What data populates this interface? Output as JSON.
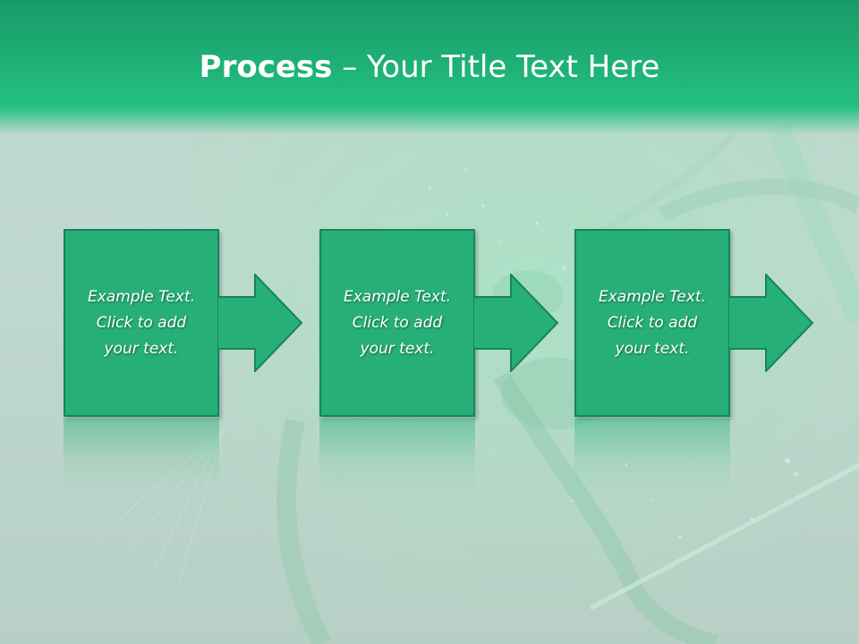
{
  "slide": {
    "title_bold": "Process",
    "title_separator": " – ",
    "title_rest": "Your Title Text Here"
  },
  "steps": [
    {
      "text": "Example Text.\nClick  to add\nyour text."
    },
    {
      "text": "Example Text.\nClick  to add\nyour text."
    },
    {
      "text": "Example Text.\nClick  to add\nyour text."
    }
  ],
  "colors": {
    "header": "#1fb478",
    "box_fill": "#26b077",
    "box_border": "#16845a",
    "background": "#bcd6cb"
  }
}
